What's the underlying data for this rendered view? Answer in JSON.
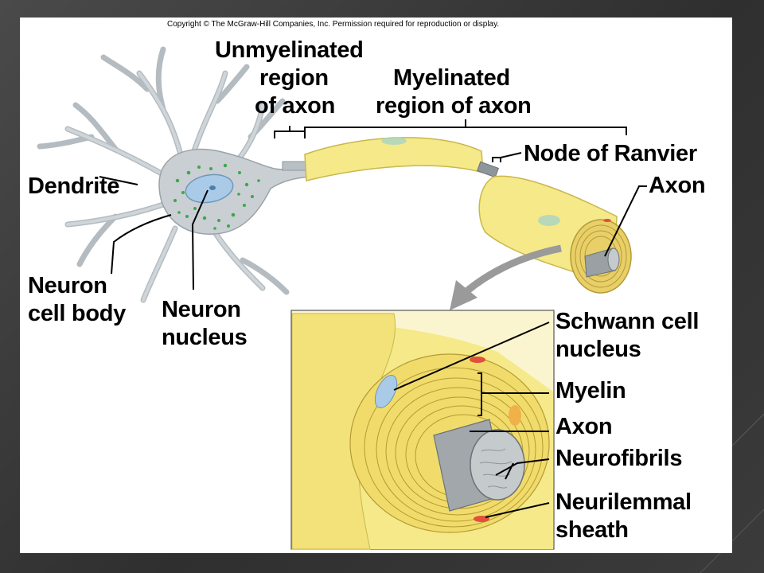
{
  "copyright": "Copyright © The McGraw-Hill Companies, Inc. Permission required for reproduction or display.",
  "labels": {
    "unmyelinated_line1": "Unmyelinated",
    "unmyelinated_line2": "region",
    "unmyelinated_line3": "of axon",
    "myelinated_line1": "Myelinated",
    "myelinated_line2": "region of axon",
    "node_of_ranvier": "Node of Ranvier",
    "axon_top": "Axon",
    "dendrite": "Dendrite",
    "cell_body_line1": "Neuron",
    "cell_body_line2": "cell body",
    "nucleus_line1": "Neuron",
    "nucleus_line2": "nucleus",
    "schwann_line1": "Schwann cell",
    "schwann_line2": "nucleus",
    "myelin": "Myelin",
    "axon_inset": "Axon",
    "neurofibrils": "Neurofibrils",
    "neurilemmal_line1": "Neurilemmal",
    "neurilemmal_line2": "sheath"
  },
  "colors": {
    "cell_body": "#c9cfd3",
    "myelin_yellow": "#f5e98a",
    "myelin_dark": "#d9c95a",
    "nucleus_blue": "#a9cbe8",
    "organelle_green": "#3aa84a",
    "axon_gray": "#9aa0a4",
    "arrow_gray": "#9a9a9a",
    "schwann_red": "#e0503a"
  }
}
